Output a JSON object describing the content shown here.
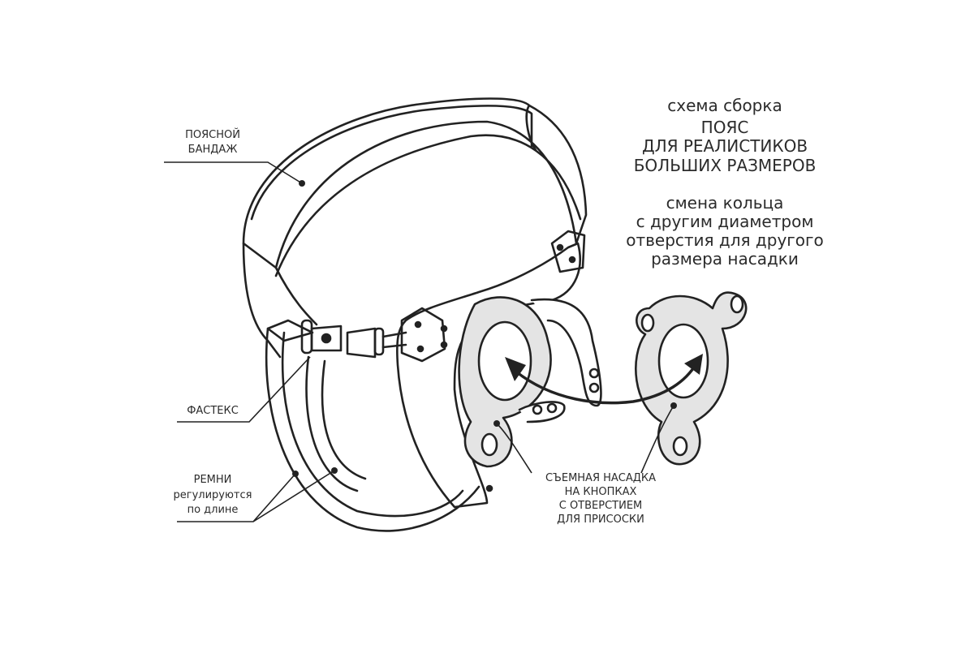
{
  "title": {
    "line1": "схема сборка",
    "line2": "ПОЯС",
    "line3": "ДЛЯ РЕАЛИСТИКОВ",
    "line4": "БОЛЬШИХ РАЗМЕРОВ"
  },
  "subtitle": {
    "line1": "смена кольца",
    "line2": "с другим диаметром",
    "line3": "отверстия для другого",
    "line4": "размера насадки"
  },
  "labels": {
    "belt": [
      "ПОЯСНОЙ",
      "БАНДАЖ"
    ],
    "buckle": "ФАСТЕКС",
    "straps": [
      "РЕМНИ",
      "регулируются",
      "по длине"
    ],
    "attachment": [
      "СЪЕМНАЯ НАСАДКА",
      "НА КНОПКАХ",
      "С ОТВЕРСТИЕМ",
      "ДЛЯ ПРИСОСКИ"
    ]
  },
  "colors": {
    "stroke": "#222222",
    "ring_fill": "#e4e4e4"
  }
}
